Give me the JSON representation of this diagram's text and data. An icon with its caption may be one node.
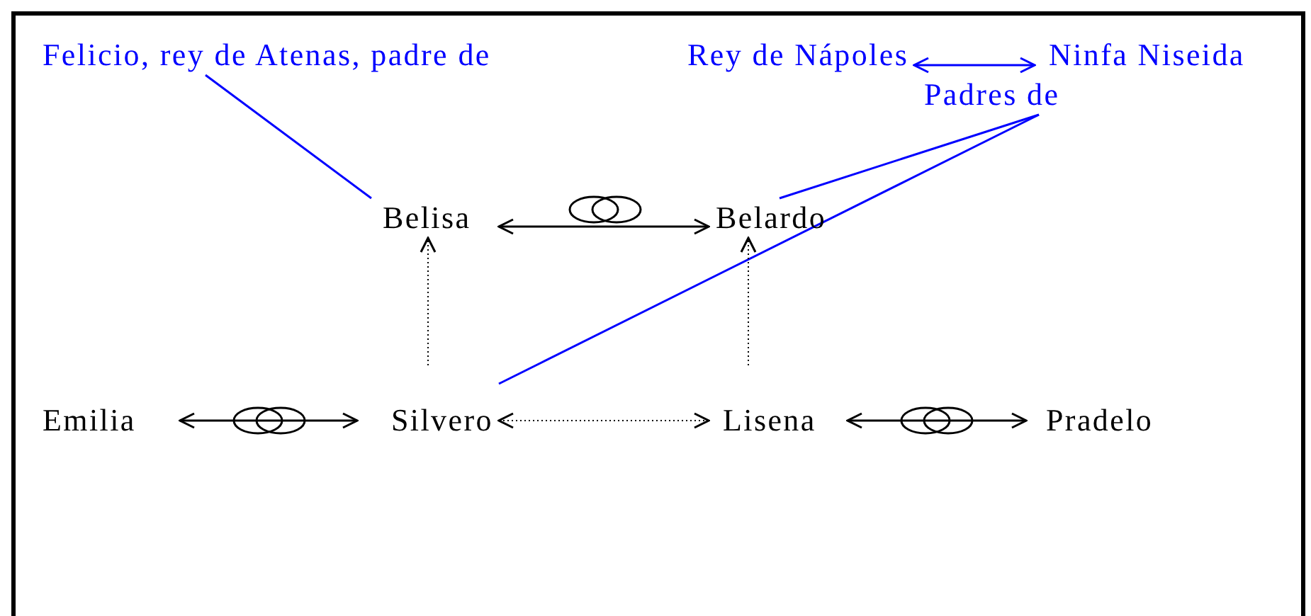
{
  "diagram": {
    "nodes": [
      {
        "text": [
          "Felicio, rey de Atenas, padre de"
        ]
      },
      {
        "text": [
          "Rey de Nápoles"
        ]
      },
      {
        "text": [
          "Ninfa Niseida"
        ]
      },
      {
        "text": [
          "Padres de"
        ]
      },
      {
        "text": [
          "Belisa"
        ]
      },
      {
        "text": [
          "Belardo"
        ]
      },
      {
        "text": [
          "Emilia"
        ]
      },
      {
        "text": [
          "Silvero"
        ]
      },
      {
        "text": [
          "Lisena"
        ]
      },
      {
        "text": [
          "Pradelo"
        ]
      }
    ],
    "edges": [
      {
        "from": 0,
        "to": 4,
        "arrow": "none",
        "color": "#0000ff"
      },
      {
        "from": 1,
        "to": 2,
        "arrow": "both",
        "color": "#0000ff"
      },
      {
        "from": 3,
        "to": 5,
        "arrow": "none",
        "color": "#0000ff"
      },
      {
        "from": 3,
        "to": 7,
        "arrow": "none",
        "color": "#0000ff"
      },
      {
        "from": 4,
        "to": 5,
        "arrow": "both"
      },
      {
        "from": 7,
        "to": 4,
        "arrow": "to",
        "style": "dashed"
      },
      {
        "from": 8,
        "to": 5,
        "arrow": "to",
        "style": "dashed"
      },
      {
        "from": 6,
        "to": 7,
        "arrow": "both"
      },
      {
        "from": 7,
        "to": 8,
        "arrow": "both",
        "style": "dashed"
      },
      {
        "from": 8,
        "to": 9,
        "arrow": "both"
      }
    ]
  }
}
